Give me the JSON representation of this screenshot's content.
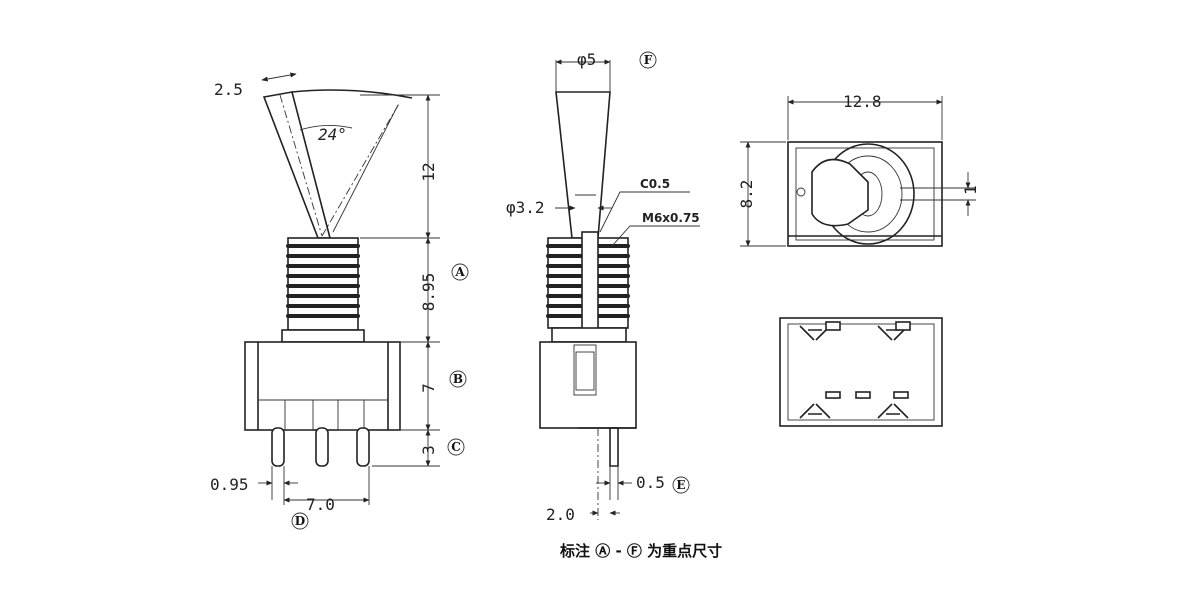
{
  "side_view": {
    "dims": {
      "lever_width": "2.5",
      "angle": "24°",
      "lever_height": "12",
      "thread_height": "8.95",
      "body_height": "7",
      "pin_height": "3",
      "pin_width": "0.95",
      "pin_pitch": "7.0"
    },
    "markers": {
      "a": "A",
      "b": "B",
      "c": "C",
      "d": "D"
    }
  },
  "front_view": {
    "dims": {
      "lever_top": "φ5",
      "lever_base": "φ3.2",
      "chamfer": "C0.5",
      "thread_spec": "M6x0.75",
      "pin_thickness": "0.5",
      "pin_offset": "2.0"
    },
    "markers": {
      "e": "E",
      "f": "F"
    }
  },
  "top_view": {
    "dims": {
      "width": "12.8",
      "height": "8.2",
      "knob_offset": "1"
    }
  },
  "footnote": {
    "prefix": "标注 ",
    "range_start": "Ⓐ",
    "dash": " - ",
    "range_end": "Ⓕ",
    "suffix": " 为重点尺寸"
  }
}
